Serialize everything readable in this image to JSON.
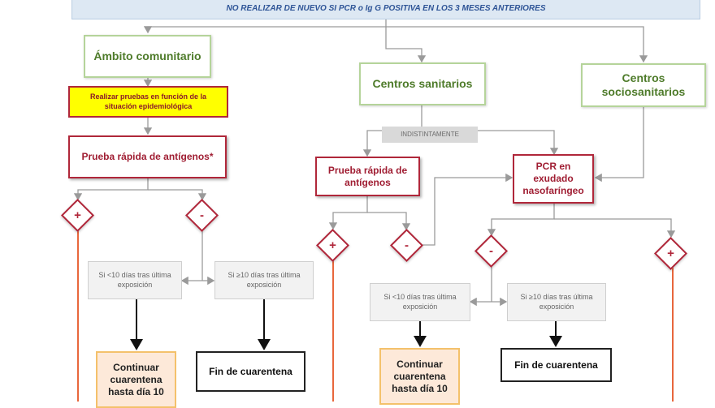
{
  "banner": "NO REALIZAR DE NUEVO SI PCR o Ig G POSITIVA EN LOS 3 MESES ANTERIORES",
  "settings": {
    "community": "Ámbito comunitario",
    "health": "Centros sanitarios",
    "social": "Centros sociosanitarios"
  },
  "community_flow": {
    "epidemiological": "Realizar pruebas en función de la situación epidemiológica",
    "rapid_test": "Prueba rápida de antígenos*",
    "positive": "+",
    "negative": "-",
    "less_than_10": "Si <10 días tras última exposición",
    "ten_or_more": "Si ≥10 días tras última exposición",
    "continue": "Continuar cuarentena hasta día 10",
    "end": "Fin de cuarentena"
  },
  "health_flow": {
    "either": "INDISTINTAMENTE",
    "rapid_test": "Prueba rápida de antígenos",
    "pcr": "PCR en exudado nasofaríngeo",
    "positive_rapid": "+",
    "negative_rapid": "-",
    "negative_pcr": "-",
    "positive_pcr": "+",
    "less_than_10": "Si <10 días tras última exposición",
    "ten_or_more": "Si ≥10 días tras última exposición",
    "continue": "Continuar cuarentena hasta día 10",
    "end": "Fin de cuarentena"
  },
  "colors": {
    "green_border": "#b5d49a",
    "red_border": "#b0273a",
    "positive_line": "#e8673c",
    "connector": "#9a9a9a"
  }
}
